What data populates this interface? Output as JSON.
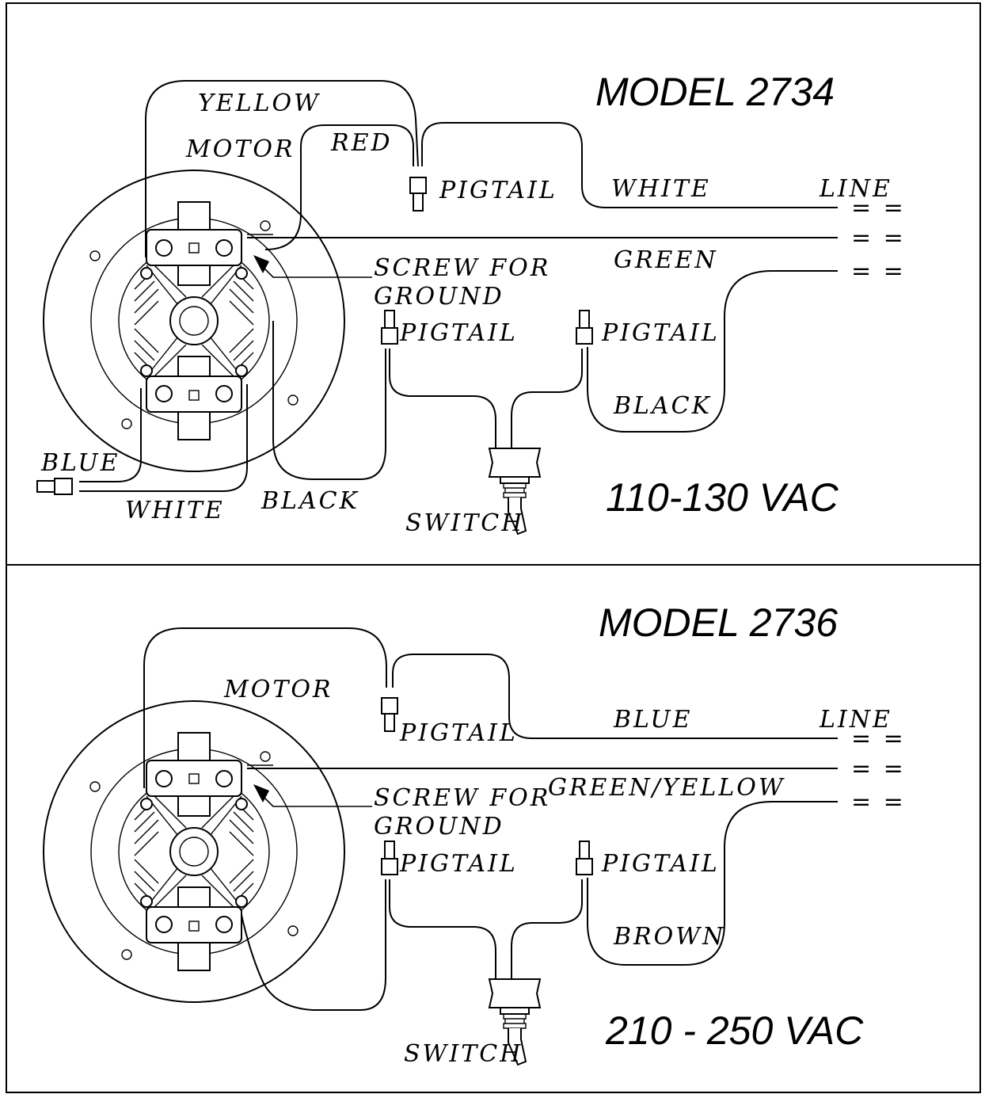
{
  "panels": [
    {
      "model": "MODEL 2734",
      "voltage": "110-130 VAC",
      "labels": {
        "yellow": "YELLOW",
        "motor": "MOTOR",
        "red": "RED",
        "pigtail_top": "PIGTAIL",
        "white_line": "WHITE",
        "line": "LINE",
        "green": "GREEN",
        "screw_for": "SCREW FOR",
        "ground": "GROUND",
        "pigtail_left": "PIGTAIL",
        "pigtail_right": "PIGTAIL",
        "black_right": "BLACK",
        "blue": "BLUE",
        "white_motor": "WHITE",
        "black_motor": "BLACK",
        "switch": "SWITCH"
      }
    },
    {
      "model": "MODEL 2736",
      "voltage": "210 - 250 VAC",
      "labels": {
        "motor": "MOTOR",
        "pigtail_top": "PIGTAIL",
        "blue_line": "BLUE",
        "line": "LINE",
        "green_yellow": "GREEN/YELLOW",
        "screw_for": "SCREW FOR",
        "ground": "GROUND",
        "pigtail_left": "PIGTAIL",
        "pigtail_right": "PIGTAIL",
        "brown": "BROWN",
        "switch": "SWITCH"
      }
    }
  ],
  "line_dashes": "= ="
}
